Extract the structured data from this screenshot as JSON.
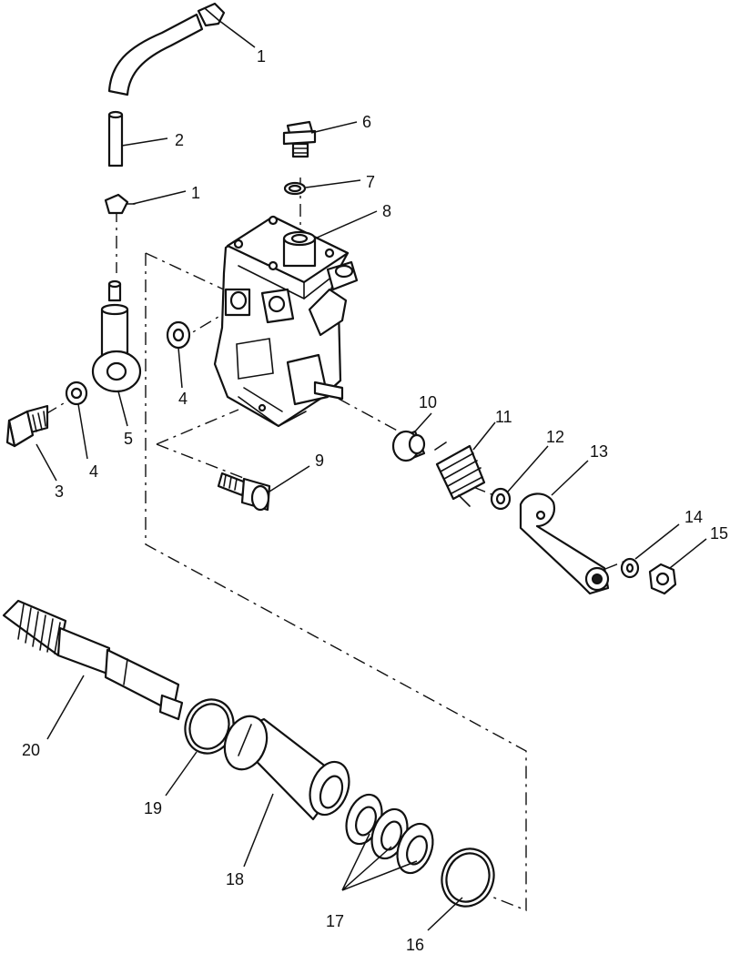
{
  "callouts": [
    {
      "id": "c1a",
      "label": "1"
    },
    {
      "id": "c2",
      "label": "2"
    },
    {
      "id": "c1b",
      "label": "1"
    },
    {
      "id": "c6",
      "label": "6"
    },
    {
      "id": "c7",
      "label": "7"
    },
    {
      "id": "c8",
      "label": "8"
    },
    {
      "id": "c4a",
      "label": "4"
    },
    {
      "id": "c3",
      "label": "3"
    },
    {
      "id": "c4b",
      "label": "4"
    },
    {
      "id": "c5",
      "label": "5"
    },
    {
      "id": "c9",
      "label": "9"
    },
    {
      "id": "c10",
      "label": "10"
    },
    {
      "id": "c11",
      "label": "11"
    },
    {
      "id": "c12",
      "label": "12"
    },
    {
      "id": "c13",
      "label": "13"
    },
    {
      "id": "c14",
      "label": "14"
    },
    {
      "id": "c15",
      "label": "15"
    },
    {
      "id": "c20",
      "label": "20"
    },
    {
      "id": "c19",
      "label": "19"
    },
    {
      "id": "c18",
      "label": "18"
    },
    {
      "id": "c17",
      "label": "17"
    },
    {
      "id": "c16",
      "label": "16"
    }
  ]
}
